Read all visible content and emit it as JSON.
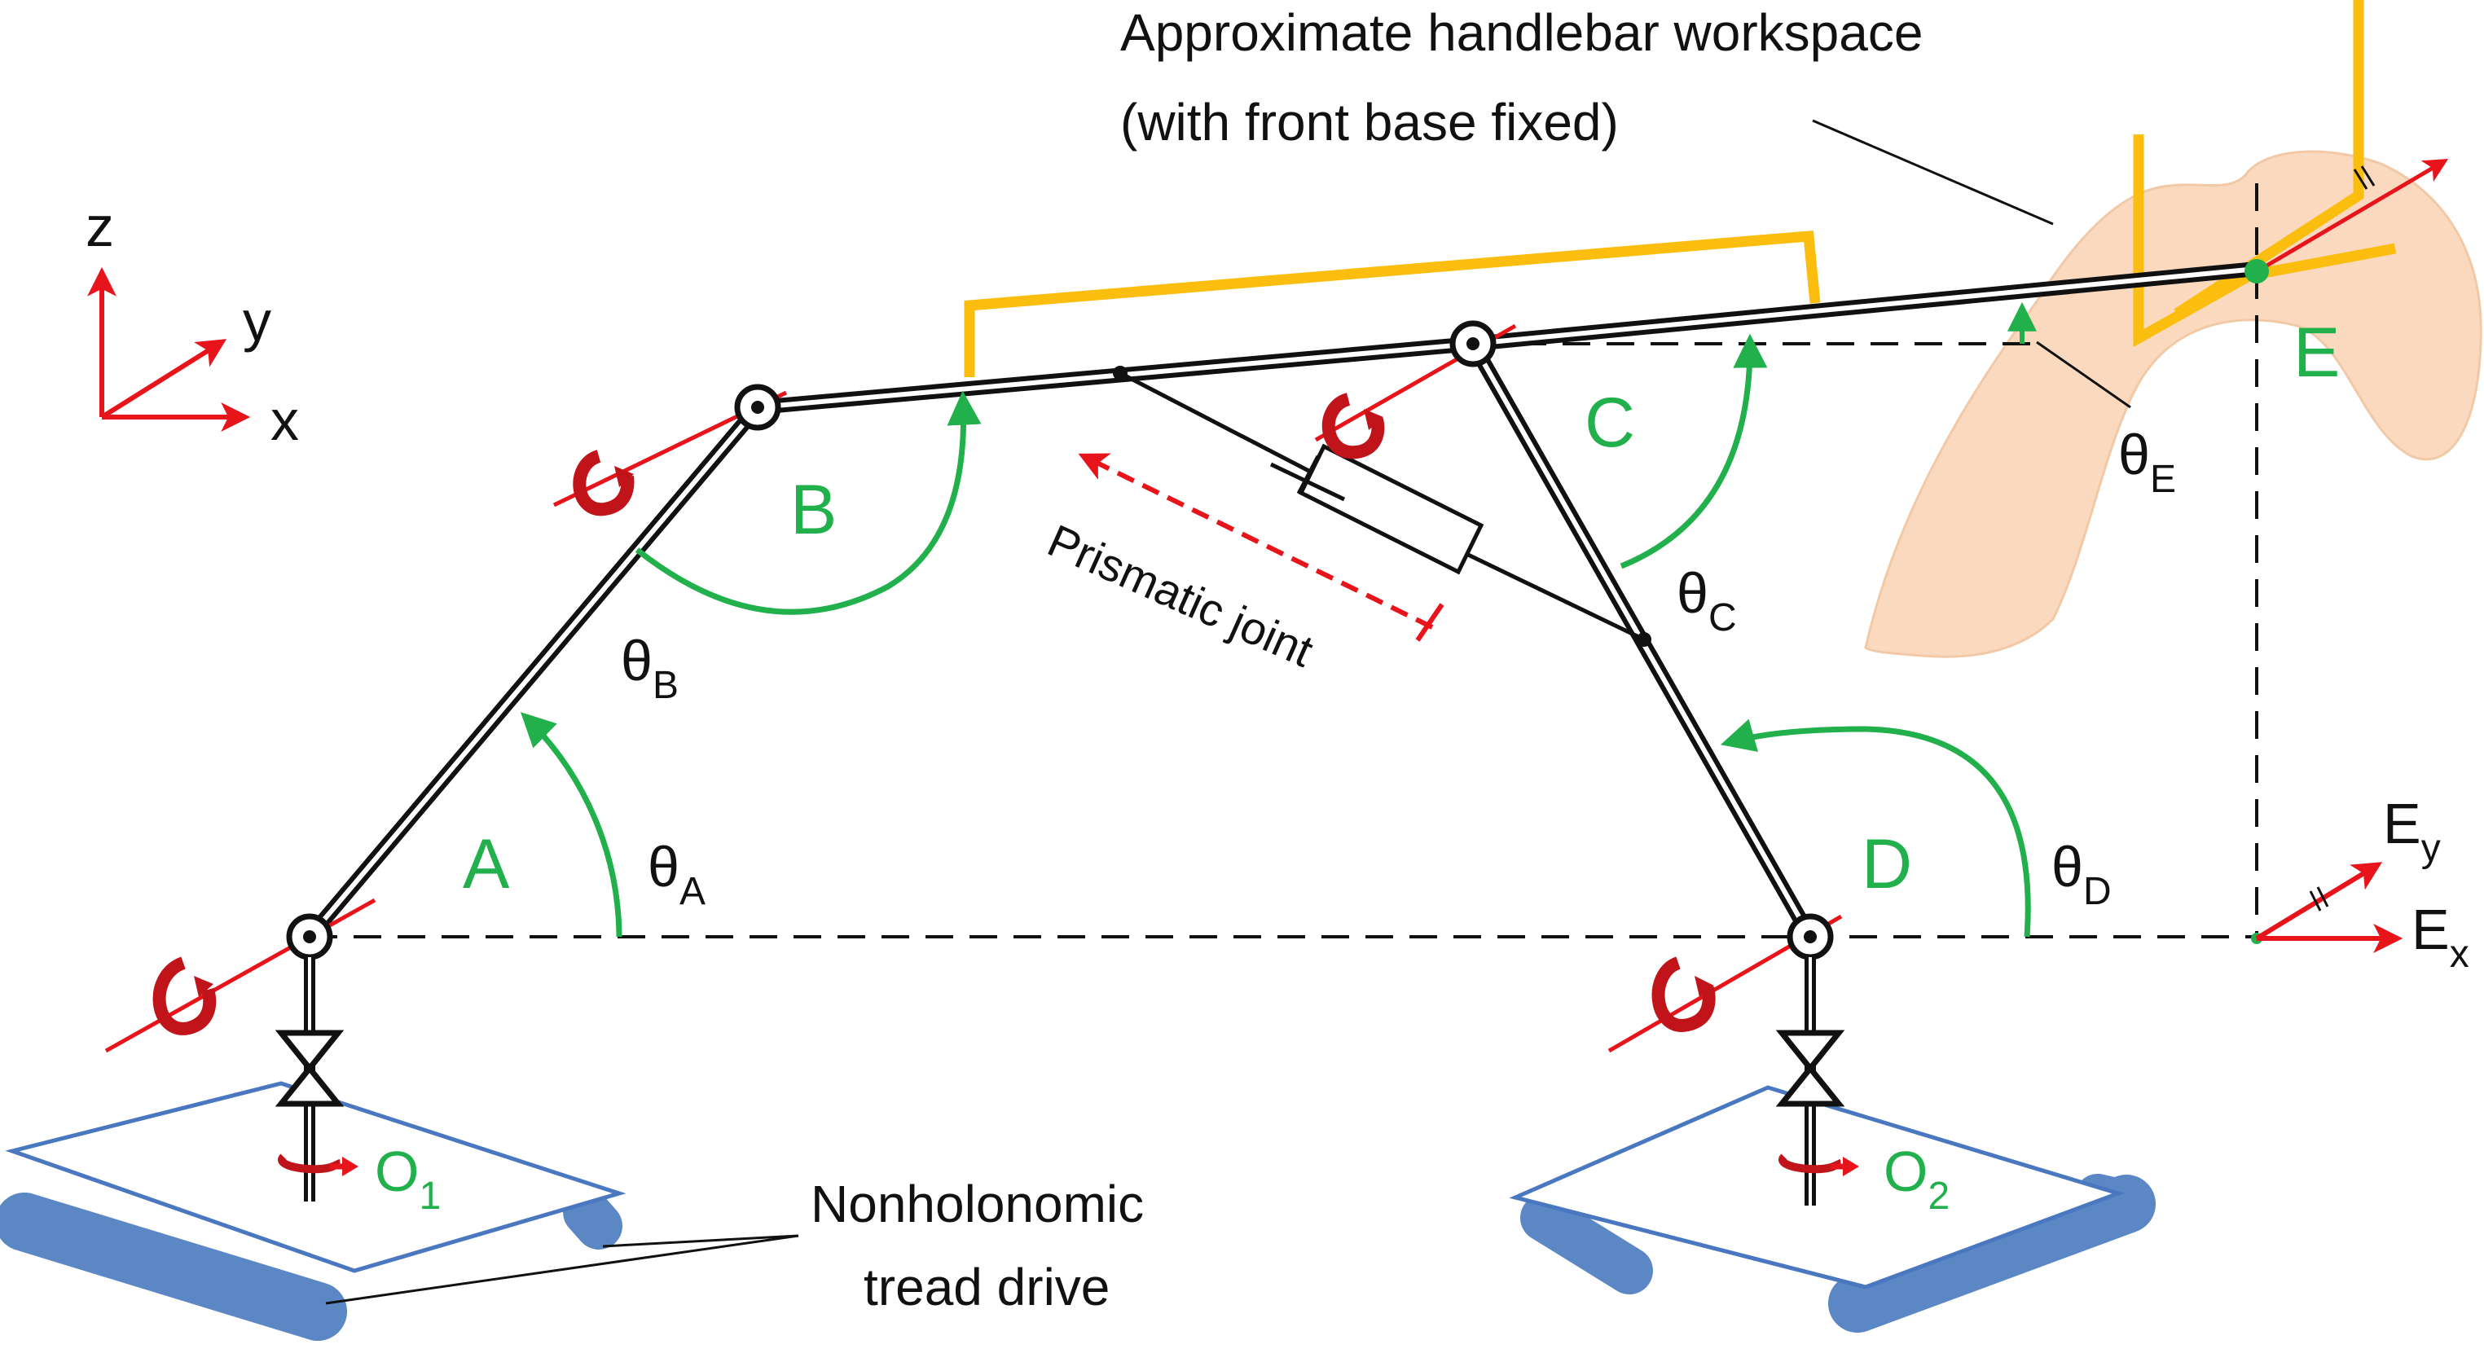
{
  "workspace_label": {
    "line1": "Approximate handlebar workspace",
    "line2": "(with front base fixed)"
  },
  "prismatic_label": "Prismatic joint",
  "tread_label": {
    "line1": "Nonholonomic",
    "line2": "tread drive"
  },
  "joints": {
    "A": "A",
    "B": "B",
    "C": "C",
    "D": "D",
    "E": "E"
  },
  "angles": {
    "theta": "θ",
    "A_sub": "A",
    "B_sub": "B",
    "C_sub": "C",
    "D_sub": "D",
    "E_sub": "E"
  },
  "origins": {
    "O": "O",
    "O1_sub": "1",
    "O2_sub": "2"
  },
  "axes": {
    "z": "z",
    "y": "y",
    "x": "x",
    "E": "E",
    "Ey_sub": "y",
    "Ex_sub": "x"
  },
  "colors": {
    "link": "#111111",
    "axis_red": "#e8141b",
    "rotation_dark_red": "#c0141a",
    "angle_green": "#21b04b",
    "handlebar_yellow": "#fbbd0e",
    "workspace_fill": "#fbd9bf",
    "workspace_stroke": "#f2c9a6",
    "tread_blue": "#5b87c5",
    "plate_stroke": "#4a78c0"
  }
}
